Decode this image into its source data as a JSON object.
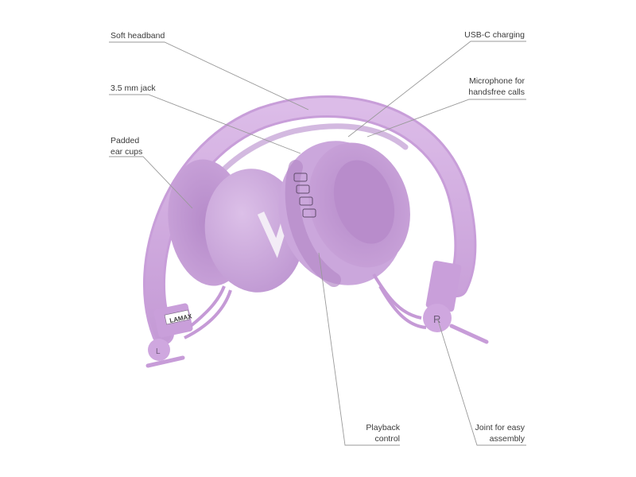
{
  "callouts": {
    "soft_headband": "Soft headband",
    "jack": "3.5 mm jack",
    "padded_cups_line1": "Padded",
    "padded_cups_line2": "ear cups",
    "usb_c": "USB-C charging",
    "microphone_line1": "Microphone for",
    "microphone_line2": "handsfree calls",
    "playback_line1": "Playback",
    "playback_line2": "control",
    "joint_line1": "Joint for easy",
    "joint_line2": "assembly"
  },
  "product": {
    "brand_tag": "LAMAX",
    "right_side_mark": "R",
    "left_side_mark": "L",
    "color": "#d7b4e2"
  }
}
